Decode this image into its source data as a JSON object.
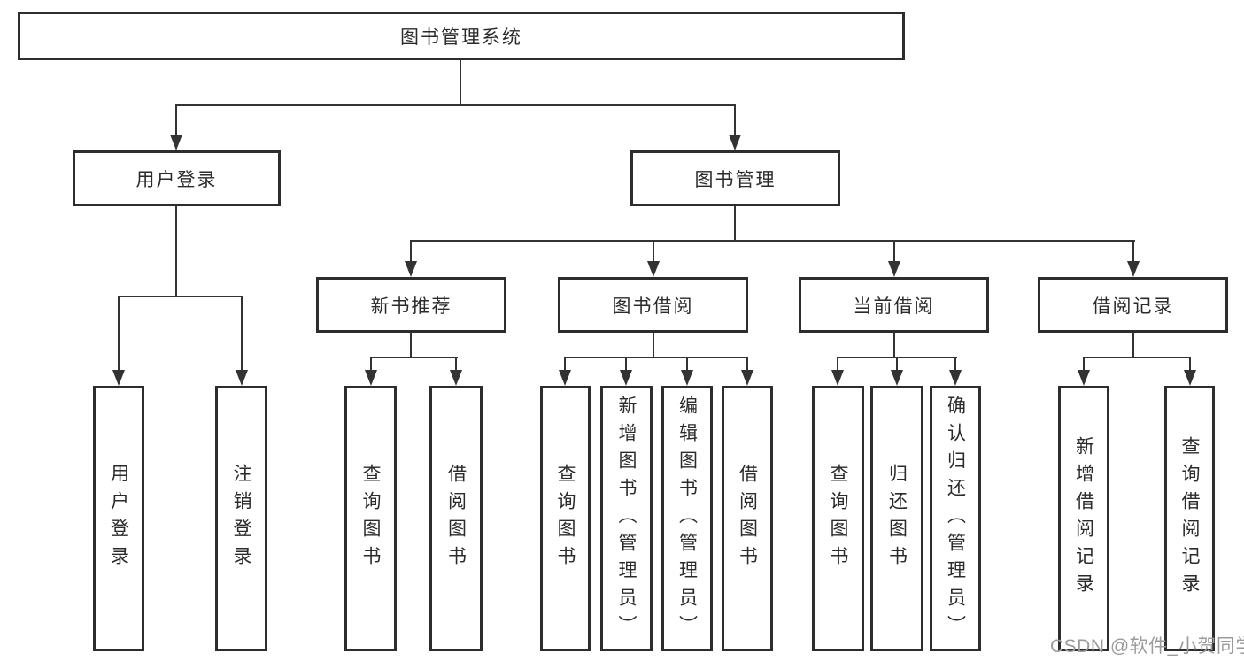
{
  "diagram": {
    "root": {
      "label": "图书管理系统"
    },
    "branches": [
      {
        "label": "用户登录",
        "children": [
          {
            "label": "用户登录"
          },
          {
            "label": "注销登录"
          }
        ]
      },
      {
        "label": "图书管理",
        "children": [
          {
            "label": "新书推荐",
            "children": [
              {
                "label": "查询图书"
              },
              {
                "label": "借阅图书"
              }
            ]
          },
          {
            "label": "图书借阅",
            "children": [
              {
                "label": "查询图书"
              },
              {
                "label": "新增图书（管理员）"
              },
              {
                "label": "编辑图书（管理员）"
              },
              {
                "label": "借阅图书"
              }
            ]
          },
          {
            "label": "当前借阅",
            "children": [
              {
                "label": "查询图书"
              },
              {
                "label": "归还图书"
              },
              {
                "label": "确认归还（管理员）"
              }
            ]
          },
          {
            "label": "借阅记录",
            "children": [
              {
                "label": "新增借阅记录"
              },
              {
                "label": "查询借阅记录"
              }
            ]
          }
        ]
      }
    ]
  },
  "watermark": {
    "text": "CSDN @软件_小贺同学"
  },
  "colors": {
    "background": "#ffffff",
    "box_border": "#2d2d2d",
    "line": "#333333",
    "text": "#2b2b2b",
    "watermark": "#9b9b9b"
  }
}
